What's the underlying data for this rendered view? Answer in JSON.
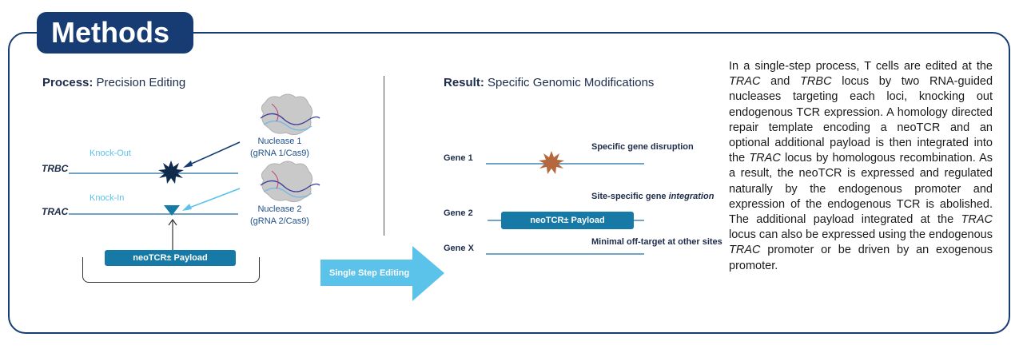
{
  "badge": {
    "title": "Methods"
  },
  "process": {
    "label_bold": "Process:",
    "label_rest": " Precision Editing"
  },
  "result": {
    "label_bold": "Result:",
    "label_rest": " Specific Genomic Modifications"
  },
  "left_diagram": {
    "trbc": "TRBC",
    "trac": "TRAC",
    "knock_out": "Knock-Out",
    "knock_in": "Knock-In",
    "nuclease1_line1": "Nuclease 1",
    "nuclease1_line2": "(gRNA 1/Cas9)",
    "nuclease2_line1": "Nuclease 2",
    "nuclease2_line2": "(gRNA 2/Cas9)",
    "payload": "neoTCR± Payload"
  },
  "arrow": {
    "label": "Single Step Editing"
  },
  "right_diagram": {
    "gene1": "Gene 1",
    "gene2": "Gene 2",
    "genex": "Gene X",
    "disruption": "Specific gene disruption",
    "integration_prefix": "Site-specific gene ",
    "integration_italic": "integration",
    "offtarget": "Minimal off-target at other sites",
    "payload": "neoTCR± Payload"
  },
  "description": {
    "p1": "In a single-step process, T cells are edited at the ",
    "i1": "TRAC",
    "p2": " and ",
    "i2": "TRBC",
    "p3": " locus by two RNA-guided nucleases targeting each loci, knocking out endogenous TCR expression. A homology directed repair template encoding a neoTCR and an optional additional payload is then integrated into the ",
    "i3": "TRAC",
    "p4": " locus by homologous recombination. As a result, the neoTCR is expressed and regulated naturally by the endogenous promoter and expression of the endogenous TCR is abolished. The additional payload integrated at the ",
    "i4": "TRAC",
    "p5": " locus can also be expressed using the endogenous ",
    "i5": "TRAC",
    "p6": " promoter or be driven by an exogenous promoter."
  },
  "colors": {
    "navy": "#173c73",
    "light_blue": "#5bc3ea",
    "payload_blue": "#1779a6",
    "star_navy": "#102a4c",
    "star_brown": "#b5673d"
  }
}
